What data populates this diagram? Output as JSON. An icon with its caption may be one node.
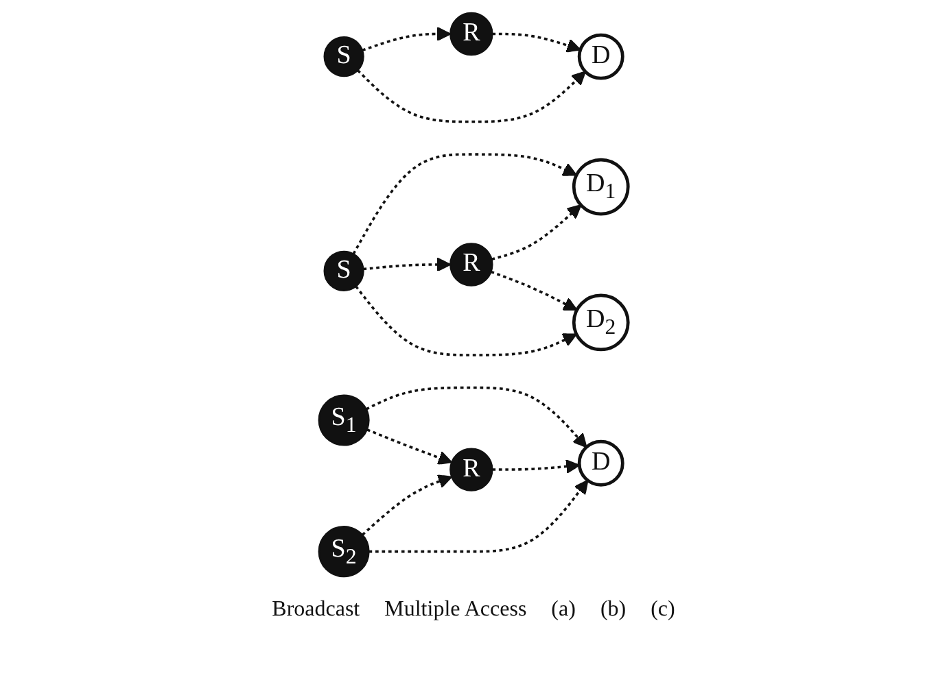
{
  "diagram": {
    "nodes": [
      {
        "text": [
          "S"
        ]
      },
      {
        "text": [
          "R"
        ]
      },
      {
        "text": [
          "D"
        ]
      },
      {
        "text": [
          "S"
        ]
      },
      {
        "text": [
          "R"
        ]
      },
      {
        "text": [
          "D$_{1}$"
        ]
      },
      {
        "text": [
          "D$_{2}$"
        ]
      },
      {
        "text": [
          "S$_{1}$"
        ]
      },
      {
        "text": [
          "S$_{2}$"
        ]
      },
      {
        "text": [
          "R"
        ]
      },
      {
        "text": [
          "D"
        ]
      }
    ],
    "edges": [
      {
        "from": 0,
        "to": 1,
        "arrow": "to",
        "style": "dashed"
      },
      {
        "from": 1,
        "to": 2,
        "arrow": "to",
        "style": "dashed"
      },
      {
        "from": 0,
        "to": 2,
        "arrow": "to",
        "style": "dashed"
      },
      {
        "from": 3,
        "to": 5,
        "arrow": "to",
        "style": "dashed"
      },
      {
        "from": 3,
        "to": 4,
        "arrow": "to",
        "style": "dashed"
      },
      {
        "from": 3,
        "to": 6,
        "arrow": "to",
        "style": "dashed"
      },
      {
        "from": 4,
        "to": 5,
        "arrow": "to",
        "style": "dashed"
      },
      {
        "from": 4,
        "to": 6,
        "arrow": "to",
        "style": "dashed"
      },
      {
        "from": 7,
        "to": 10,
        "arrow": "to",
        "style": "dashed"
      },
      {
        "from": 7,
        "to": 9,
        "arrow": "to",
        "style": "dashed"
      },
      {
        "from": 8,
        "to": 9,
        "arrow": "to",
        "style": "dashed"
      },
      {
        "from": 8,
        "to": 10,
        "arrow": "to",
        "style": "dashed"
      },
      {
        "from": 9,
        "to": 10,
        "arrow": "to",
        "style": "dashed"
      }
    ],
    "labels": [
      "Broadcast",
      "Multiple Access",
      "(a)",
      "(b)",
      "(c)"
    ]
  }
}
